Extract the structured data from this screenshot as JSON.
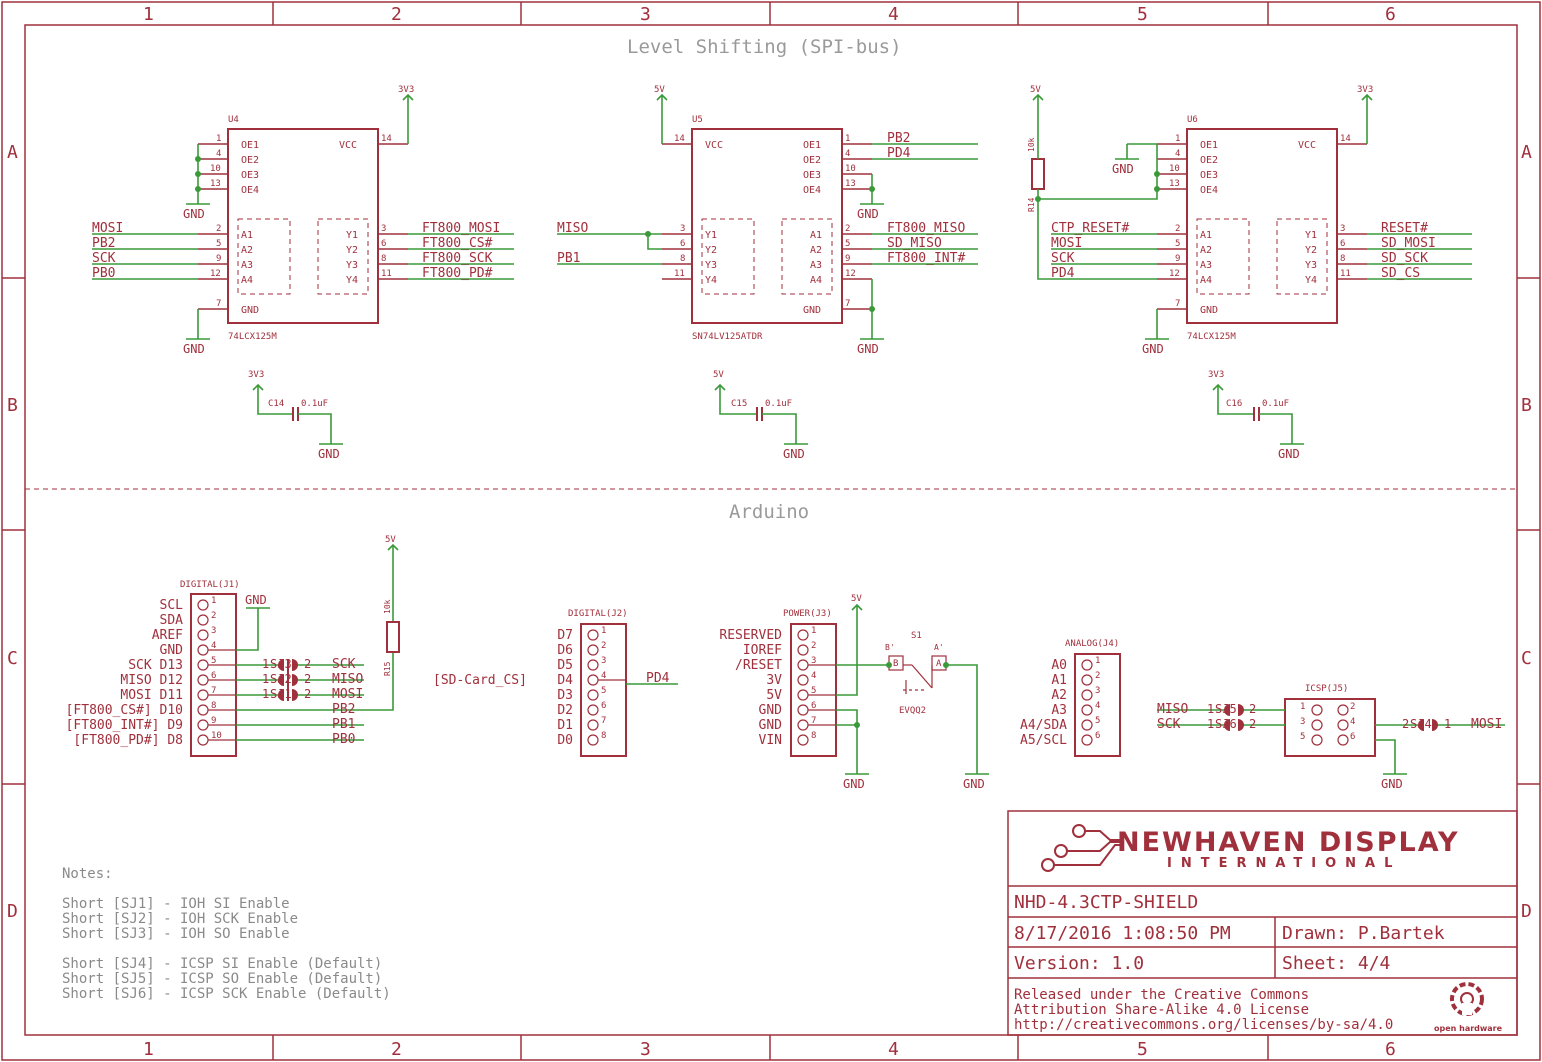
{
  "colors": {
    "symbol": "#a0303c",
    "wire": "#3a9a3a",
    "section": "#9a9a9a"
  },
  "grid": {
    "cols": [
      "1",
      "2",
      "3",
      "4",
      "5",
      "6"
    ],
    "rows": [
      "A",
      "B",
      "C",
      "D"
    ]
  },
  "sections": {
    "top": "Level Shifting (SPI-bus)",
    "bottom": "Arduino"
  },
  "power": {
    "v33": "3V3",
    "v5": "5V",
    "gnd": "GND"
  },
  "u4": {
    "ref": "U4",
    "part": "74LCX125M",
    "oe": [
      "OE1",
      "OE2",
      "OE3",
      "OE4"
    ],
    "oe_pins": [
      "1",
      "4",
      "10",
      "13"
    ],
    "vcc": "VCC",
    "vcc_pin": "14",
    "gnd": "GND",
    "gnd_pin": "7",
    "a": [
      "A1",
      "A2",
      "A3",
      "A4"
    ],
    "a_pins": [
      "2",
      "5",
      "9",
      "12"
    ],
    "y": [
      "Y1",
      "Y2",
      "Y3",
      "Y4"
    ],
    "y_pins": [
      "3",
      "6",
      "8",
      "11"
    ],
    "in_nets": [
      "MOSI",
      "PB2",
      "SCK",
      "PB0"
    ],
    "out_nets": [
      "FT800_MOSI",
      "FT800_CS#",
      "FT800_SCK",
      "FT800_PD#"
    ]
  },
  "u5": {
    "ref": "U5",
    "part": "SN74LV125ATDR",
    "vcc": "VCC",
    "vcc_pin": "14",
    "gnd": "GND",
    "gnd_pin": "7",
    "oe": [
      "OE1",
      "OE2",
      "OE3",
      "OE4"
    ],
    "oe_pins": [
      "1",
      "4",
      "10",
      "13"
    ],
    "y": [
      "Y1",
      "Y2",
      "Y3",
      "Y4"
    ],
    "y_pins": [
      "3",
      "6",
      "8",
      "11"
    ],
    "a": [
      "A1",
      "A2",
      "A3",
      "A4"
    ],
    "a_pins": [
      "2",
      "5",
      "9",
      "12"
    ],
    "left_nets": [
      "MISO",
      "PB1"
    ],
    "oe_nets": [
      "PB2",
      "PD4"
    ],
    "right_nets": [
      "FT800_MISO",
      "SD_MISO",
      "FT800_INT#"
    ]
  },
  "u6": {
    "ref": "U6",
    "part": "74LCX125M",
    "res_ref": "R14",
    "res_val": "10k",
    "oe": [
      "OE1",
      "OE2",
      "OE3",
      "OE4"
    ],
    "oe_pins": [
      "1",
      "4",
      "10",
      "13"
    ],
    "vcc": "VCC",
    "vcc_pin": "14",
    "gnd": "GND",
    "gnd_pin": "7",
    "a": [
      "A1",
      "A2",
      "A3",
      "A4"
    ],
    "a_pins": [
      "2",
      "5",
      "9",
      "12"
    ],
    "y": [
      "Y1",
      "Y2",
      "Y3",
      "Y4"
    ],
    "y_pins": [
      "3",
      "6",
      "8",
      "11"
    ],
    "in_nets": [
      "CTP_RESET#",
      "MOSI",
      "SCK",
      "PD4"
    ],
    "out_nets": [
      "RESET#",
      "SD_MOSI",
      "SD_SCK",
      "SD_CS"
    ]
  },
  "caps": [
    {
      "ref": "C14",
      "val": "0.1uF",
      "pwr": "3V3"
    },
    {
      "ref": "C15",
      "val": "0.1uF",
      "pwr": "5V"
    },
    {
      "ref": "C16",
      "val": "0.1uF",
      "pwr": "3V3"
    }
  ],
  "j1": {
    "title": "DIGITAL(J1)",
    "res_ref": "R15",
    "res_val": "10k",
    "labels": [
      "SCL",
      "SDA",
      "AREF",
      "GND",
      "SCK D13",
      "MISO D12",
      "MOSI D11",
      "[FT800_CS#] D10",
      "[FT800_INT#] D9",
      "[FT800_PD#] D8"
    ],
    "pins": [
      "1",
      "2",
      "3",
      "4",
      "5",
      "6",
      "7",
      "8",
      "9",
      "10"
    ],
    "sj": [
      {
        "l": "1",
        "name": "SJ3",
        "r": "2"
      },
      {
        "l": "1",
        "name": "SJ2",
        "r": "2"
      },
      {
        "l": "1",
        "name": "SJ1",
        "r": "2"
      }
    ],
    "nets": [
      "SCK",
      "MISO",
      "MOSI",
      "PB2",
      "PB1",
      "PB0"
    ]
  },
  "j2": {
    "title": "DIGITAL(J2)",
    "labels": [
      "D7",
      "D6",
      "D5",
      "D4",
      "D3",
      "D2",
      "D1",
      "D0"
    ],
    "pins": [
      "1",
      "2",
      "3",
      "4",
      "5",
      "6",
      "7",
      "8"
    ],
    "tag": "[SD-Card_CS]",
    "net": "PD4"
  },
  "j3": {
    "title": "POWER(J3)",
    "labels": [
      "RESERVED",
      "IOREF",
      "/RESET",
      "3V",
      "5V",
      "GND",
      "GND",
      "VIN"
    ],
    "pins": [
      "1",
      "2",
      "3",
      "4",
      "5",
      "6",
      "7",
      "8"
    ]
  },
  "s1": {
    "ref": "S1",
    "part": "EVQQ2",
    "b": "B",
    "bp": "B'",
    "a": "A",
    "ap": "A'"
  },
  "j4": {
    "title": "ANALOG(J4)",
    "labels": [
      "A0",
      "A1",
      "A2",
      "A3",
      "A4/SDA",
      "A5/SCL"
    ],
    "pins": [
      "1",
      "2",
      "3",
      "4",
      "5",
      "6"
    ]
  },
  "j5": {
    "title": "ICSP(J5)",
    "pins": [
      "1",
      "2",
      "3",
      "4",
      "5",
      "6"
    ],
    "left_nets": [
      "MISO",
      "SCK"
    ],
    "right_net": "MOSI",
    "sj_left": [
      {
        "l": "1",
        "name": "SJ5",
        "r": "2"
      },
      {
        "l": "1",
        "name": "SJ6",
        "r": "2"
      }
    ],
    "sj_right": {
      "l": "2",
      "name": "SJ4",
      "r": "1"
    }
  },
  "notes": {
    "title": "Notes:",
    "lines": [
      "Short [SJ1] - IOH SI Enable",
      "Short [SJ2] - IOH SCK Enable",
      "Short [SJ3] - IOH SO Enable",
      "Short [SJ4] - ICSP SI Enable (Default)",
      "Short [SJ5] - ICSP SO Enable (Default)",
      "Short [SJ6] - ICSP SCK Enable (Default)"
    ]
  },
  "title_block": {
    "logo_main": "NEWHAVEN DISPLAY",
    "logo_sub": "INTERNATIONAL",
    "project": "NHD-4.3CTP-SHIELD",
    "date": "8/17/2016 1:08:50 PM",
    "drawn": "Drawn: P.Bartek",
    "version": "Version: 1.0",
    "sheet": "Sheet: 4/4",
    "license": [
      "Released under the Creative Commons",
      "Attribution Share-Alike 4.0 License",
      "http://creativecommons.org/licenses/by-sa/4.0"
    ],
    "oh": "open hardware"
  }
}
